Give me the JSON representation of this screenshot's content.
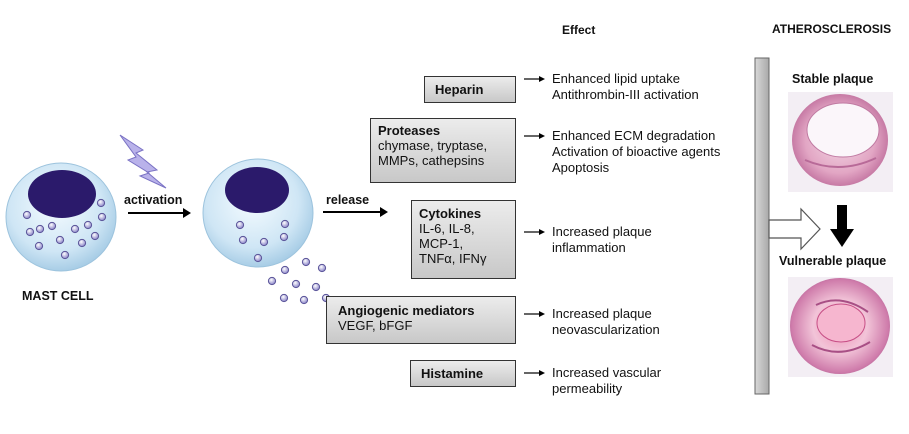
{
  "headers": {
    "effect": "Effect",
    "athero": "ATHEROSCLEROSIS"
  },
  "labels": {
    "mast_cell": "MAST CELL",
    "activation": "activation",
    "release": "release",
    "stable_plaque": "Stable plaque",
    "vulnerable_plaque": "Vulnerable plaque"
  },
  "mediators": {
    "heparin": {
      "title": "Heparin",
      "lines": []
    },
    "proteases": {
      "title": "Proteases",
      "lines": [
        "chymase, tryptase,",
        "MMPs, cathepsins"
      ]
    },
    "cytokines": {
      "title": "Cytokines",
      "lines": [
        "IL-6, IL-8,",
        "MCP-1,",
        "TNFα, IFNγ"
      ]
    },
    "angiogenic": {
      "title": "Angiogenic mediators",
      "lines": [
        "VEGF, bFGF"
      ]
    },
    "histamine": {
      "title": "Histamine",
      "lines": []
    }
  },
  "effects": {
    "heparin": [
      "Enhanced lipid uptake",
      "Antithrombin-III activation"
    ],
    "proteases": [
      "Enhanced ECM degradation",
      "Activation of bioactive agents",
      "Apoptosis"
    ],
    "cytokines": [
      "Increased plaque",
      "inflammation"
    ],
    "angiogenic": [
      "Increased plaque",
      "neovascularization"
    ],
    "histamine": [
      "Increased vascular",
      "permeability"
    ]
  },
  "colors": {
    "cell_fill": "#cfe6f5",
    "nucleus": "#2b1a6b",
    "granule": "#a9a4d8",
    "lightning": "#b9b2ea",
    "box_top": "#ececec",
    "box_bottom": "#c8c8c8",
    "bar": "#bdbdbd",
    "plaque_pink": "#d98fb5"
  }
}
